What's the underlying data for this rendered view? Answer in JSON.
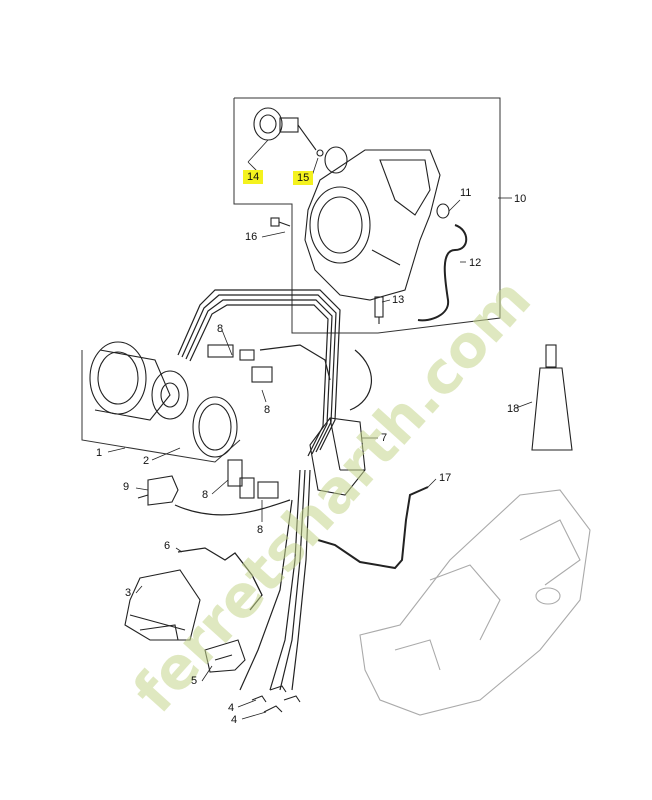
{
  "callouts": {
    "c1": "1",
    "c2": "2",
    "c3": "3",
    "c4a": "4",
    "c4b": "4",
    "c5": "5",
    "c6": "6",
    "c7": "7",
    "c8a": "8",
    "c8b": "8",
    "c8c": "8",
    "c8d": "8",
    "c9": "9",
    "c10": "10",
    "c11": "11",
    "c12": "12",
    "c13": "13",
    "c14": "14",
    "c15": "15",
    "c16": "16",
    "c17": "17",
    "c18": "18"
  },
  "highlight_color": "#f4f21e",
  "watermark": "ferretsharth.com"
}
